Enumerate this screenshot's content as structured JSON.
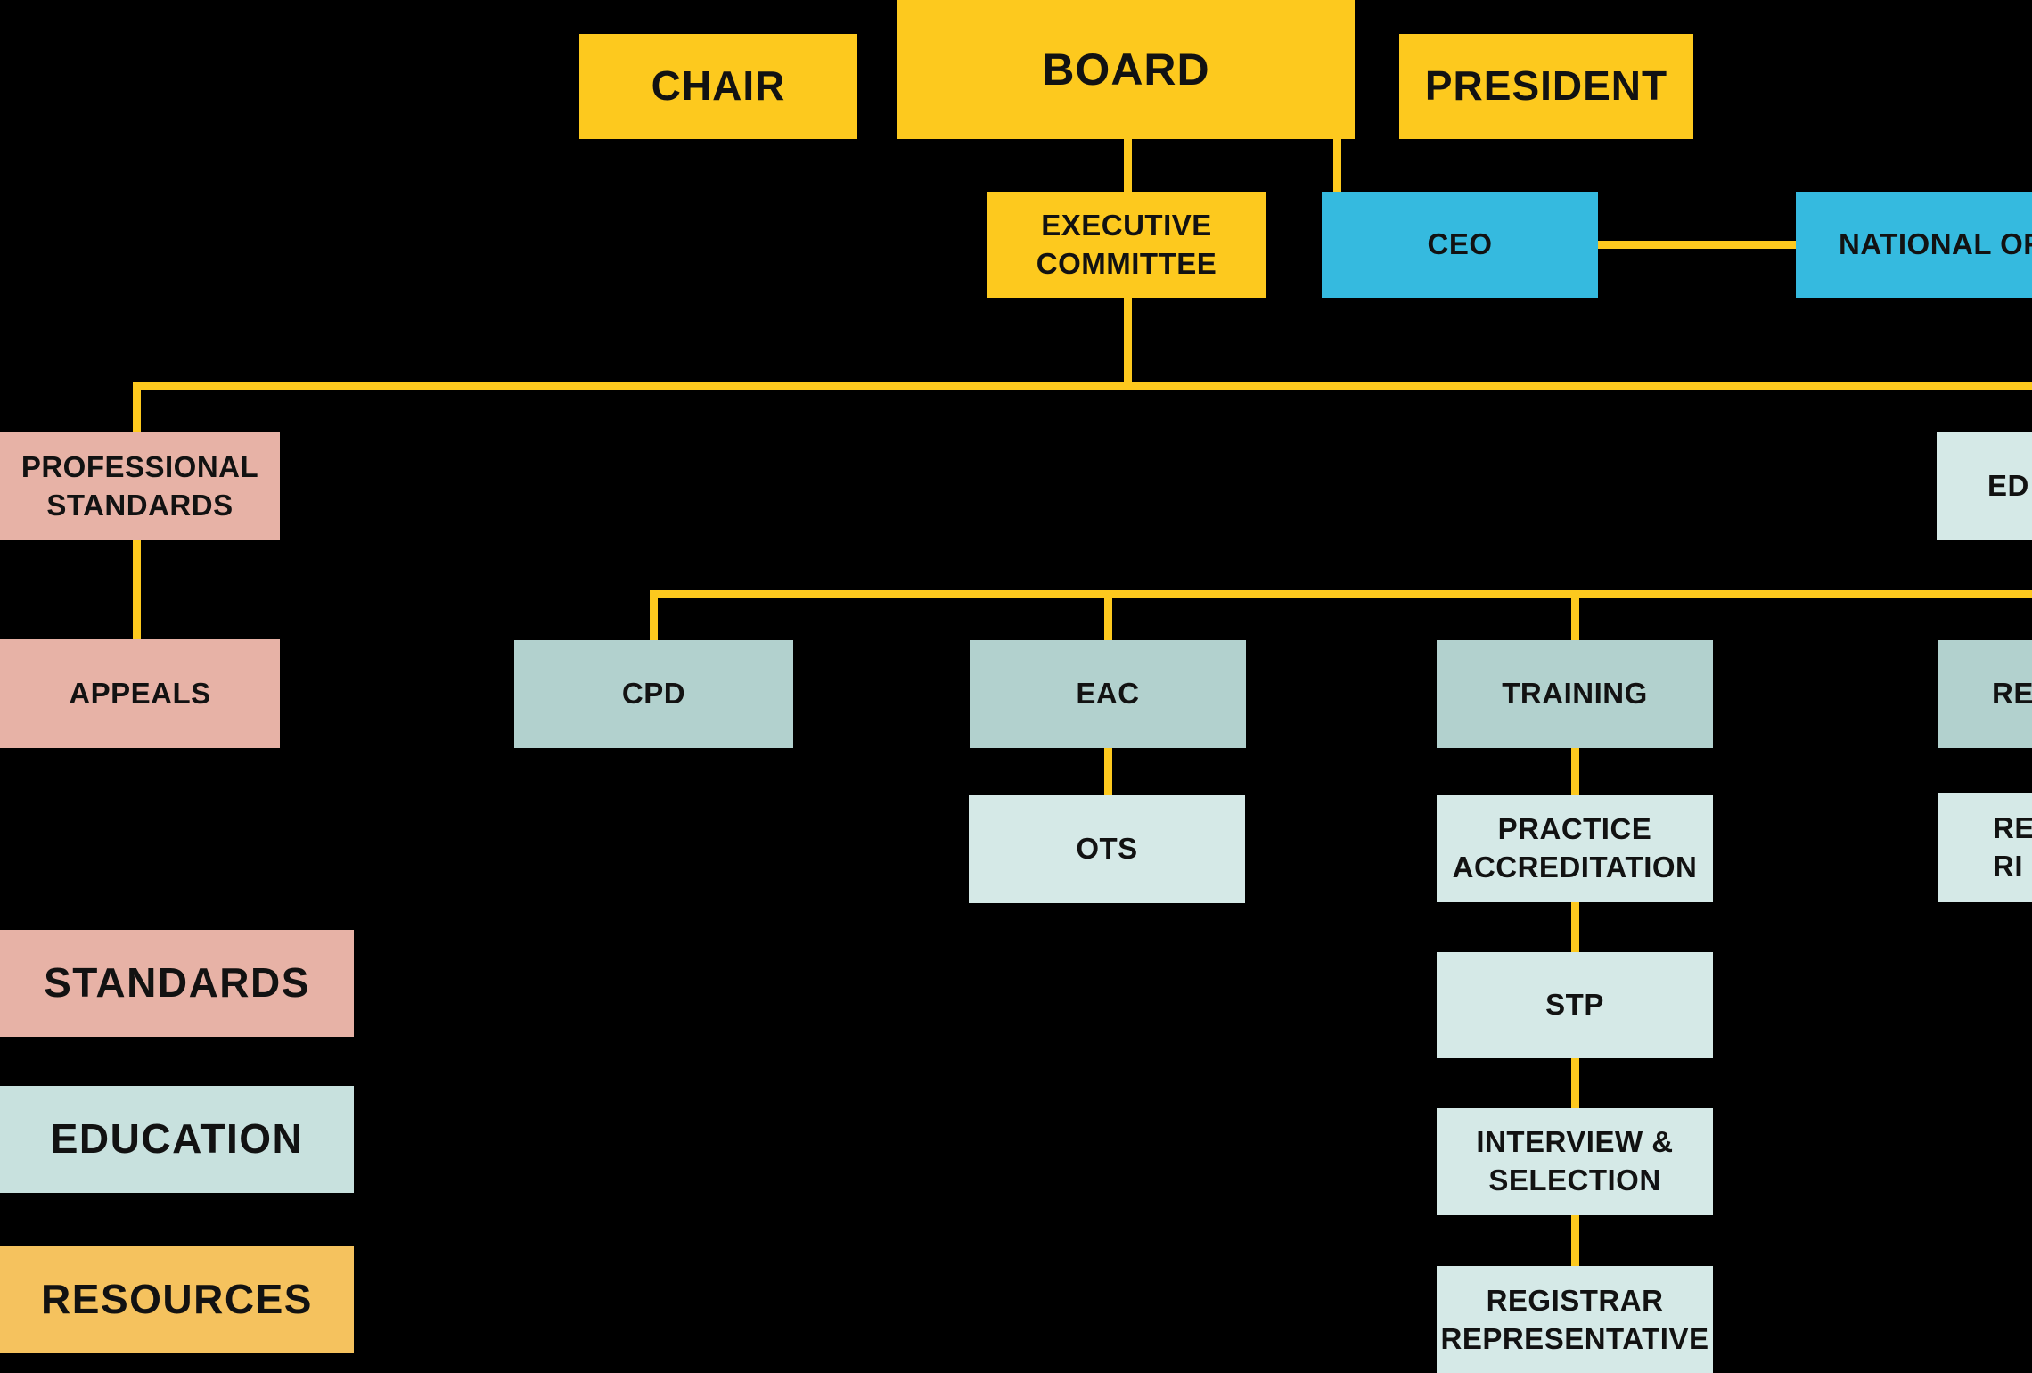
{
  "colors": {
    "background": "#000000",
    "yellow": "#FDC91E",
    "blue": "#35BADF",
    "salmon": "#E7B2A6",
    "teal_mid": "#B2D1CE",
    "teal_light": "#D5E9E7",
    "teal_legend": "#C8E1DE",
    "orange": "#F5C25E",
    "text": "#121212",
    "connector": "#FDC91E"
  },
  "org_chart": {
    "nodes": {
      "chair": {
        "label": "CHAIR"
      },
      "board": {
        "label": "BOARD"
      },
      "president": {
        "label": "PRESIDENT"
      },
      "executive_committee": {
        "label": "EXECUTIVE\nCOMMITTEE"
      },
      "ceo": {
        "label": "CEO"
      },
      "national_office_cutoff": {
        "label": "NATIONAL OF"
      },
      "professional_standards": {
        "label": "PROFESSIONAL\nSTANDARDS"
      },
      "education_cutoff": {
        "label": "ED"
      },
      "appeals": {
        "label": "APPEALS"
      },
      "cpd": {
        "label": "CPD"
      },
      "eac": {
        "label": "EAC"
      },
      "training": {
        "label": "TRAINING"
      },
      "re_cutoff": {
        "label": "RE"
      },
      "ots": {
        "label": "OTS"
      },
      "practice_accreditation": {
        "label": "PRACTICE\nACCREDITATION"
      },
      "re_ri_cutoff": {
        "label": "RE\nRI"
      },
      "stp": {
        "label": "STP"
      },
      "interview_selection": {
        "label": "INTERVIEW &\nSELECTION"
      },
      "registrar_representative": {
        "label": "REGISTRAR\nREPRESENTATIVE"
      }
    },
    "legend": [
      {
        "label": "STANDARDS",
        "color": "#E7B2A6"
      },
      {
        "label": "EDUCATION",
        "color": "#C8E1DE"
      },
      {
        "label": "RESOURCES",
        "color": "#F5C25E"
      }
    ]
  }
}
